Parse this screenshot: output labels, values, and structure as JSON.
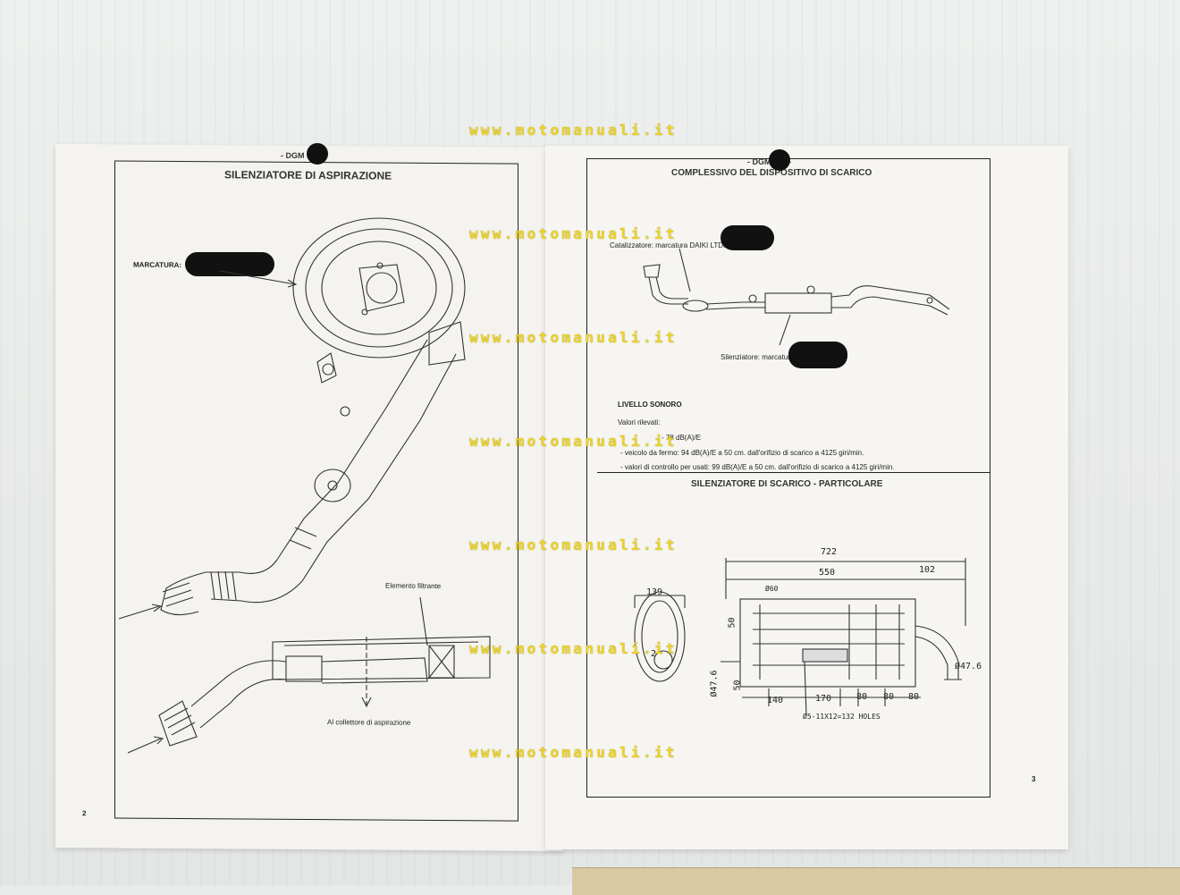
{
  "watermark": "www.motomanuali.it",
  "left_page": {
    "header": "- DGM      OM -",
    "title": "SILENZIATORE DI ASPIRAZIONE",
    "marking_label": "MARCATURA:",
    "filter_label": "Elemento filtrante",
    "collector_label": "Al collettore di aspirazione",
    "page_number": "2"
  },
  "right_page": {
    "header": "- DGM      OM -",
    "title": "COMPLESSIVO DEL DISPOSITIVO DI SCARICO",
    "catalyst_label": "Catalizzatore: marcatura DAIKI LTD.",
    "silencer_label": "Silenziatore: marcatura",
    "noise_title": "LIVELLO SONORO",
    "noise_intro": "Valori rilevati:",
    "noise_line1": "- 78 dB(A)/E",
    "noise_line2": "- veicolo da fermo: 94 dB(A)/E a 50 cm. dall'orifizio di scarico a 4125 giri/min.",
    "noise_line3": "- valori di controllo per usati: 99 dB(A)/E a 50 cm. dall'orifizio di scarico a 4125 giri/min.",
    "detail_title": "SILENZIATORE DI SCARICO - PARTICOLARE",
    "dims": {
      "d722": "722",
      "d550": "550",
      "d102": "102",
      "d139": "139",
      "d60": "Ø60",
      "d50a": "50",
      "d50b": "50",
      "d47a": "Ø47.6",
      "d47b": "Ø47.6",
      "d140": "140",
      "d170": "170",
      "d80a": "80",
      "d80b": "80",
      "d80c": "80",
      "holes": "Ø5-11X12=132 HOLES",
      "d2": "2"
    },
    "page_number": "3"
  }
}
